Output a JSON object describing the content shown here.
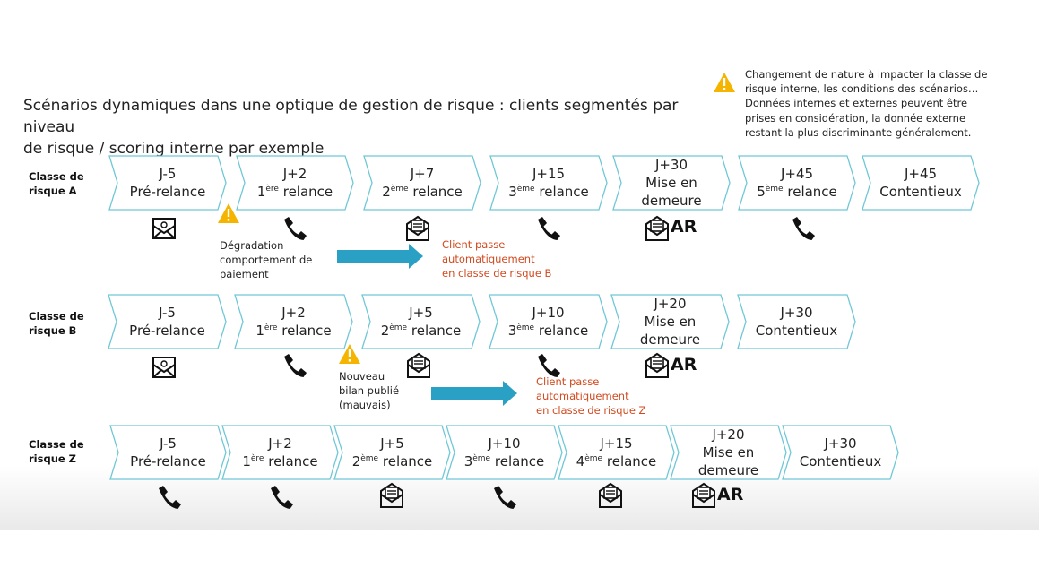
{
  "title_line1": "Scénarios dynamiques dans une optique de gestion de risque : clients segmentés par niveau",
  "title_line2": "de risque / scoring interne par exemple",
  "note_lines": [
    "Changement de nature à impacter la classe de",
    "risque interne, les conditions des scénarios…",
    "Données internes et externes peuvent être",
    "prises en considération, la donnée externe",
    "restant la plus discriminante généralement."
  ],
  "colors": {
    "chevron_border": "#6fc7d6",
    "arrow": "#2aa1c4",
    "warning": "#f5b400",
    "annotation_red": "#d24a1f"
  },
  "rows": [
    {
      "label_line1": "Classe de",
      "label_line2": "risque A",
      "steps": [
        {
          "day": "J-5",
          "text": "Pré-relance",
          "icon": "email-icon"
        },
        {
          "day": "J+2",
          "ordinal": "1",
          "sup": "ère",
          "text": "relance",
          "icon": "phone-icon"
        },
        {
          "day": "J+7",
          "ordinal": "2",
          "sup": "ème",
          "text": "relance",
          "icon": "letter-icon"
        },
        {
          "day": "J+15",
          "ordinal": "3",
          "sup": "ème",
          "text": "relance",
          "icon": "phone-icon"
        },
        {
          "day": "J+30",
          "text_line1": "Mise en",
          "text_line2": "demeure",
          "icon": "letter-ar-icon",
          "icon_label": "AR"
        },
        {
          "day": "J+45",
          "ordinal": "5",
          "sup": "ème",
          "text": "relance",
          "icon": "phone-icon"
        },
        {
          "day": "J+45",
          "text": "Contentieux"
        }
      ],
      "event_lines": [
        "Dégradation",
        "comportement de",
        "paiement"
      ],
      "transition_lines": [
        "Client passe",
        "automatiquement",
        "en classe de risque B"
      ]
    },
    {
      "label_line1": "Classe de",
      "label_line2": "risque B",
      "steps": [
        {
          "day": "J-5",
          "text": "Pré-relance",
          "icon": "email-icon"
        },
        {
          "day": "J+2",
          "ordinal": "1",
          "sup": "ère",
          "text": "relance",
          "icon": "phone-icon"
        },
        {
          "day": "J+5",
          "ordinal": "2",
          "sup": "ème",
          "text": "relance",
          "icon": "letter-icon"
        },
        {
          "day": "J+10",
          "ordinal": "3",
          "sup": "ème",
          "text": "relance",
          "icon": "phone-icon"
        },
        {
          "day": "J+20",
          "text_line1": "Mise en",
          "text_line2": "demeure",
          "icon": "letter-ar-icon",
          "icon_label": "AR"
        },
        {
          "day": "J+30",
          "text": "Contentieux"
        }
      ],
      "event_lines": [
        "Nouveau",
        "bilan publié",
        "(mauvais)"
      ],
      "transition_lines": [
        "Client passe",
        "automatiquement",
        "en classe de risque Z"
      ]
    },
    {
      "label_line1": "Classe de",
      "label_line2": "risque Z",
      "steps": [
        {
          "day": "J-5",
          "text": "Pré-relance",
          "icon": "phone-icon"
        },
        {
          "day": "J+2",
          "ordinal": "1",
          "sup": "ère",
          "text": "relance",
          "icon": "phone-icon"
        },
        {
          "day": "J+5",
          "ordinal": "2",
          "sup": "ème",
          "text": "relance",
          "icon": "letter-icon"
        },
        {
          "day": "J+10",
          "ordinal": "3",
          "sup": "ème",
          "text": "relance",
          "icon": "phone-icon"
        },
        {
          "day": "J+15",
          "ordinal": "4",
          "sup": "ème",
          "text": "relance",
          "icon": "letter-icon"
        },
        {
          "day": "J+20",
          "text_line1": "Mise en",
          "text_line2": "demeure",
          "icon": "letter-ar-icon",
          "icon_label": "AR"
        },
        {
          "day": "J+30",
          "text": "Contentieux"
        }
      ]
    }
  ]
}
